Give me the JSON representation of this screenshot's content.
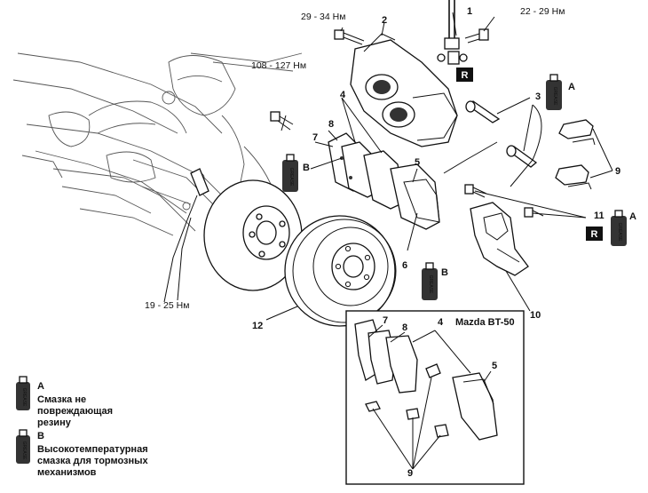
{
  "torques": {
    "bolt_top": "29 - 34 Нм",
    "bolt_right": "22 - 29 Нм",
    "knuckle": "108 - 127 Нм",
    "lower": "19 - 25 Нм"
  },
  "callouts": {
    "c1": "1",
    "c2": "2",
    "c3": "3",
    "c4": "4",
    "c5": "5",
    "c6": "6",
    "c7": "7",
    "c8": "8",
    "c9": "9",
    "c10": "10",
    "c11": "11",
    "c12": "12",
    "inset4": "4",
    "inset5": "5",
    "inset7": "7",
    "inset8": "8",
    "inset9": "9"
  },
  "tags": {
    "grease_a": "A",
    "grease_b": "B",
    "grease_b2": "B",
    "grease_a2": "A",
    "replace_r1": "R",
    "replace_r2": "R",
    "can_text": "GREASE"
  },
  "inset": {
    "title": "Mazda  BT-50"
  },
  "legend": {
    "a_letter": "A",
    "a_line1": "Смазка не",
    "a_line2": "повреждающая",
    "a_line3": "резину",
    "b_letter": "B",
    "b_line1": "Высокотемпературная",
    "b_line2": "смазка для тормозных",
    "b_line3": "механизмов"
  }
}
